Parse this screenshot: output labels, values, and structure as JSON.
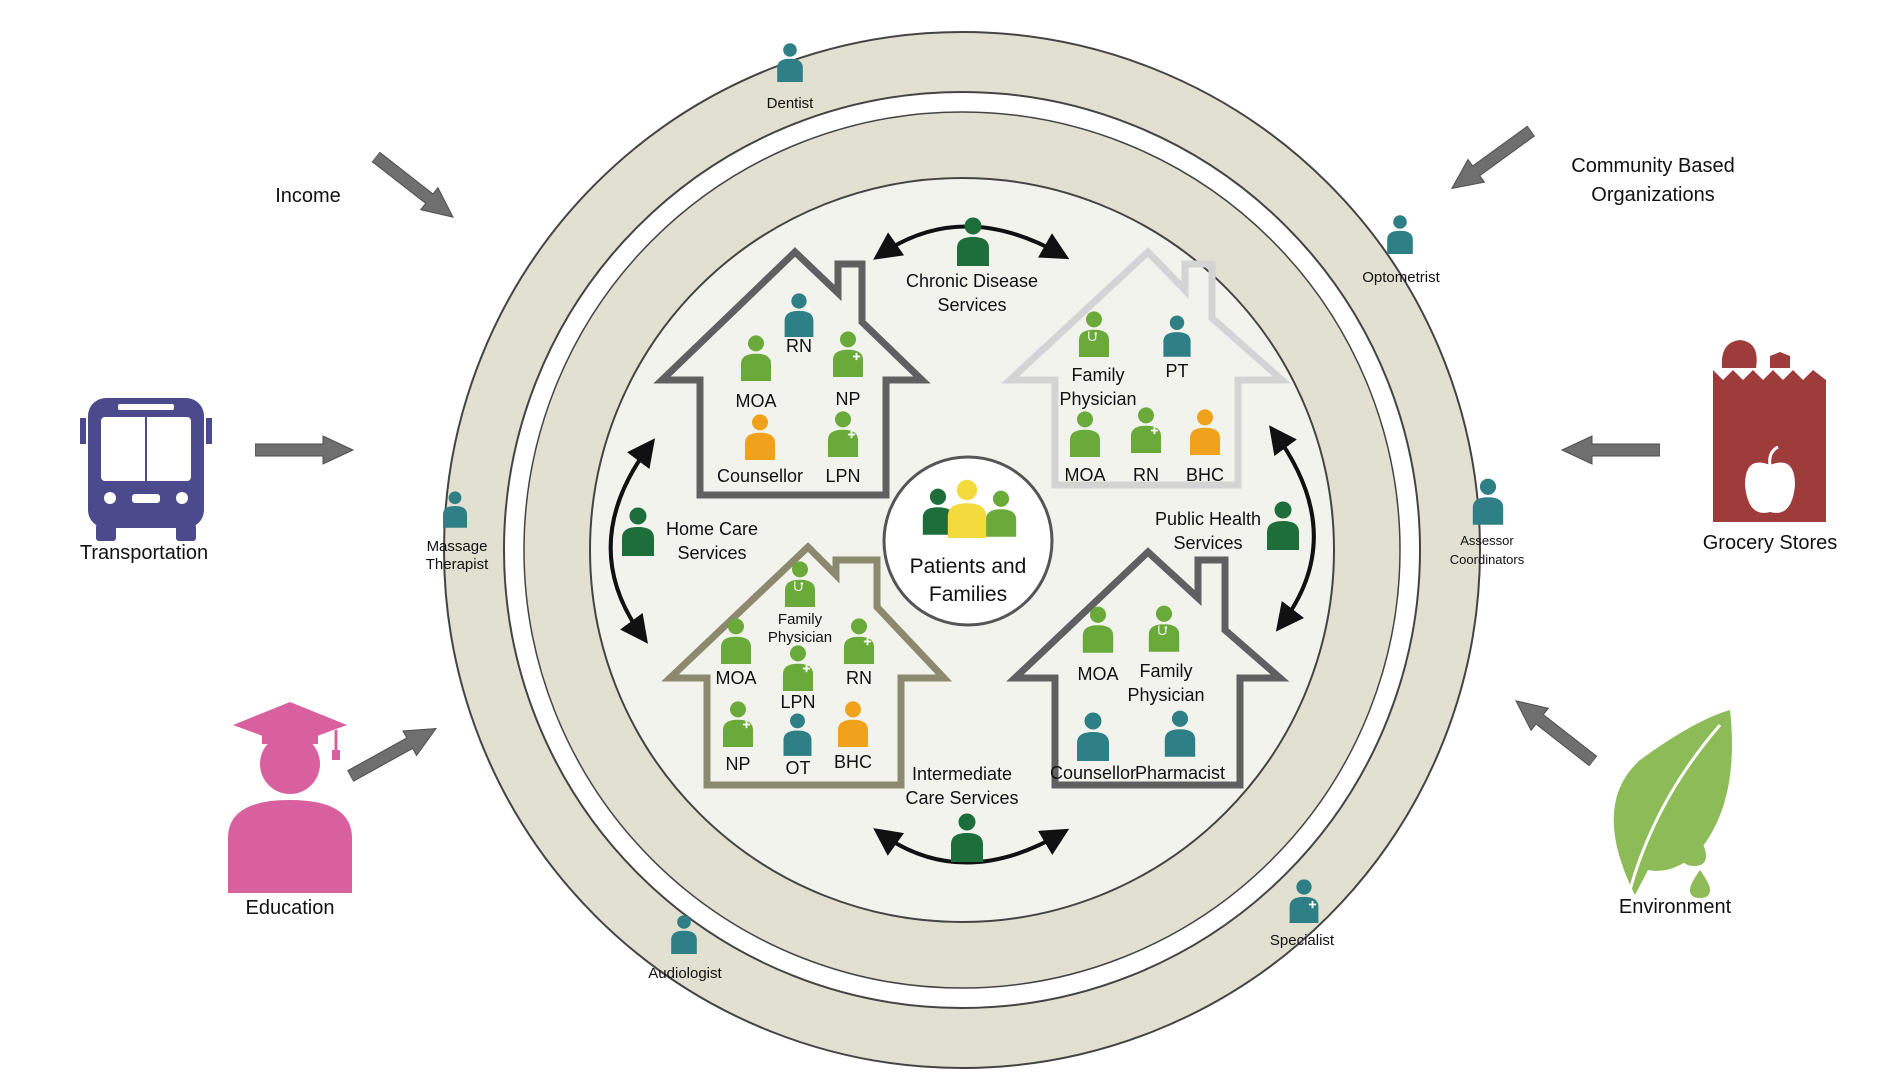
{
  "center": {
    "line1": "Patients and",
    "line2": "Families"
  },
  "services": {
    "chronic": {
      "line1": "Chronic Disease",
      "line2": "Services"
    },
    "home": {
      "line1": "Home Care",
      "line2": "Services"
    },
    "public": {
      "line1": "Public Health",
      "line2": "Services"
    },
    "intermediate": {
      "line1": "Intermediate",
      "line2": "Care Services"
    }
  },
  "houses": {
    "top_left": {
      "rn": "RN",
      "moa": "MOA",
      "np": "NP",
      "counsellor": "Counsellor",
      "lpn": "LPN"
    },
    "top_right": {
      "fp1": "Family",
      "fp2": "Physician",
      "pt": "PT",
      "moa": "MOA",
      "rn": "RN",
      "bhc": "BHC"
    },
    "bottom_left": {
      "fp1": "Family",
      "fp2": "Physician",
      "moa": "MOA",
      "lpn": "LPN",
      "rn": "RN",
      "np": "NP",
      "ot": "OT",
      "bhc": "BHC"
    },
    "bottom_right": {
      "moa": "MOA",
      "fp1": "Family",
      "fp2": "Physician",
      "counsellor": "Counsellor",
      "pharmacist": "Pharmacist"
    }
  },
  "ring_people": {
    "dentist": "Dentist",
    "optometrist": "Optometrist",
    "massage1": "Massage",
    "massage2": "Therapist",
    "assessor1": "Assessor",
    "assessor2": "Coordinators",
    "audiologist": "Audiologist",
    "specialist": "Specialist"
  },
  "determinants": {
    "income": "Income",
    "community1": "Community Based",
    "community2": "Organizations",
    "transportation": "Transportation",
    "grocery": "Grocery Stores",
    "education": "Education",
    "environment": "Environment"
  },
  "colors": {
    "dark_green": "#1d6e3a",
    "light_green": "#6aaa3a",
    "teal": "#2e7f86",
    "orange": "#f0a21c",
    "yellow": "#f3db3e",
    "ring": "#e2e0d0",
    "inner": "#f3f3ee",
    "bus": "#4a4a8c",
    "grocery": "#9e3b3b",
    "education": "#d9609f",
    "leaf": "#8dbb57"
  }
}
